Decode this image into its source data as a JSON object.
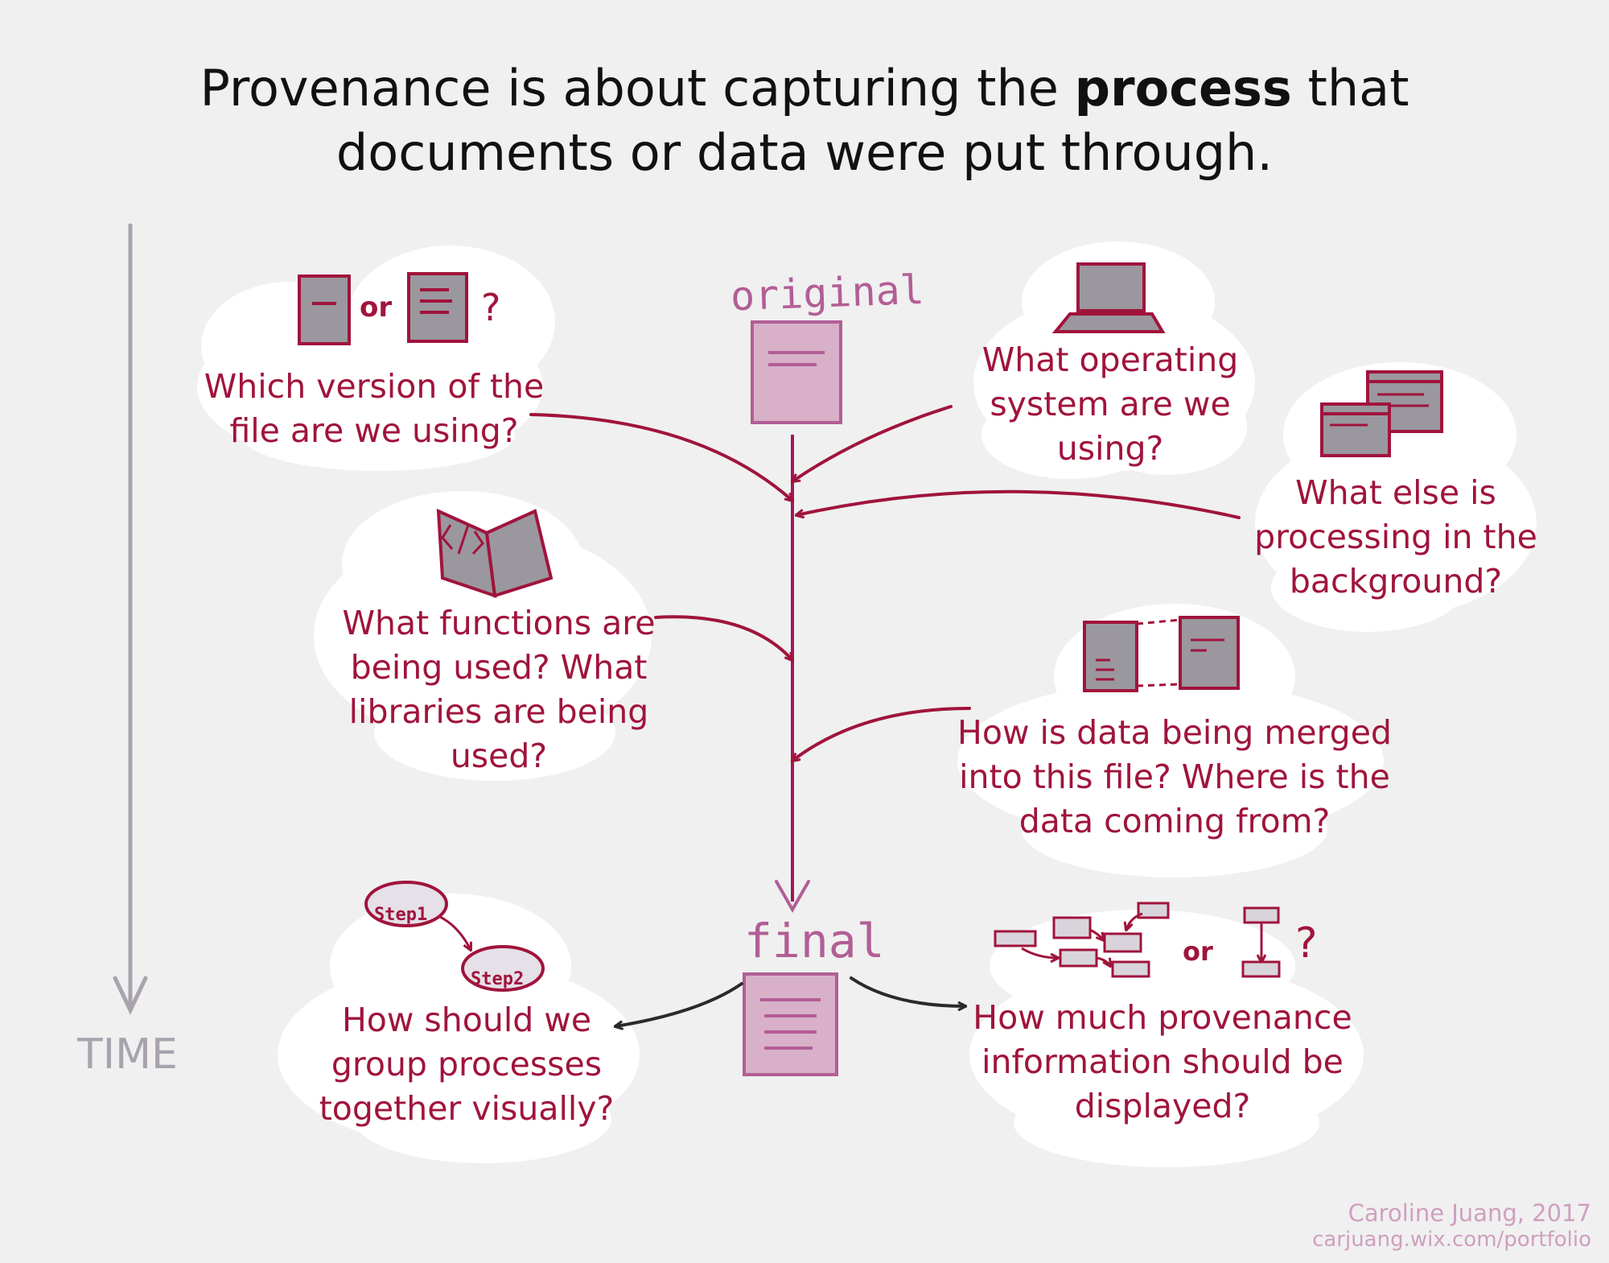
{
  "title": {
    "prefix": "Provenance is about capturing the",
    "bold": "process",
    "suffix": "that documents or data were put through."
  },
  "labels": {
    "original": "original",
    "final": "final",
    "time": "TIME",
    "or": "or",
    "question_mark": "?",
    "step1": "Step1",
    "step2": "Step2"
  },
  "questions": {
    "file_version": "Which version of the file are we using?",
    "operating_system": "What operating system are we using?",
    "background": "What else is processing in the background?",
    "functions": "What functions are being used? What libraries are being used?",
    "data_merge": "How is data being merged into this file? Where is the data coming from?",
    "grouping": "How should we group processes together visually?",
    "amount": "How much provenance information should be displayed?"
  },
  "credit": {
    "author": "Caroline Juang, 2017",
    "url": "carjuang.wix.com/portfolio"
  },
  "colors": {
    "background": "#f0f0f0",
    "accent": "#a0143c",
    "document_pink": "#d8b0c8",
    "icon_gray": "#9b979e",
    "timeline_gray": "#a9a3ad",
    "arrow_dark": "#2a2a2a"
  },
  "icons": [
    "document-icon",
    "laptop-icon",
    "window-icon",
    "code-book-icon",
    "merge-documents-icon",
    "flowchart-icon",
    "arrow-icon"
  ]
}
